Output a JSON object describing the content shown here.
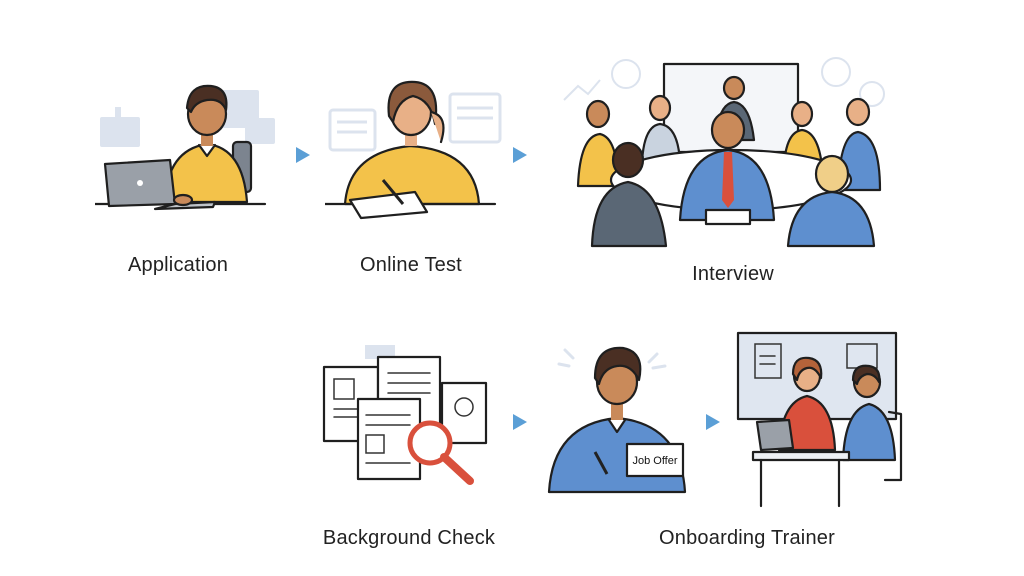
{
  "steps": [
    {
      "label": "Application"
    },
    {
      "label": "Online Test"
    },
    {
      "label": "Interview"
    },
    {
      "label": "Background Check"
    },
    {
      "label": "Onboarding Trainer"
    }
  ],
  "card_text": "Job Offer",
  "colors": {
    "arrow": "#5b9fd6",
    "yellow_shirt": "#f3c24a",
    "blue_shirt": "#5e8fcf",
    "red_accent": "#d9503c",
    "skin": "#c98a5a",
    "hair_dark": "#4a2f23",
    "gray_device": "#9aa0a8",
    "background_sketch": "#dce3ee"
  },
  "icons": [
    "laptop-icon",
    "magnifier-icon",
    "document-icon",
    "whiteboard-icon"
  ]
}
